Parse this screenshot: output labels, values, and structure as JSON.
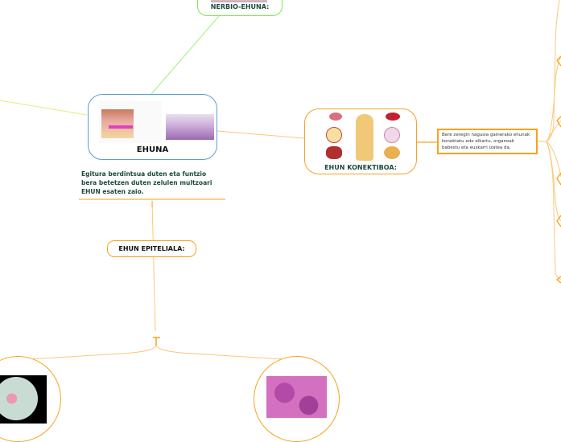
{
  "nodes": {
    "nerbio": {
      "label": "NERBIO-EHUNA:",
      "color": "#7ee84f"
    },
    "ehuna": {
      "label": "EHUNA",
      "color": "#5a9fd6",
      "description": "Egitura berdintsua duten eta funtzio bera betetzen duten zelulen multzoari EHUN esaten zaio."
    },
    "konektiboa": {
      "label": "EHUN KONEKTIBOA:",
      "color": "#f7a21f",
      "description": "Bere zeregin nagusia gainerako ehunak konektatu edo elkartu, organoak babestu eta euskarri izatea da."
    },
    "epiteliala": {
      "label": "EHUN EPITELIALA:",
      "color": "#f7a21f"
    }
  },
  "colors": {
    "text_dark_green": "#1b4a3c",
    "branch_orange": "#fbc77a",
    "branch_yellow": "#e9ea7a"
  }
}
